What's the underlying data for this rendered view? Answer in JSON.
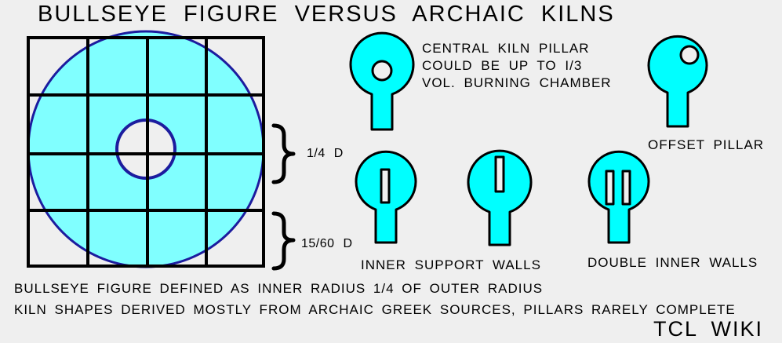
{
  "title": "BULLSEYE  FIGURE  VERSUS  ARCHAIC  KILNS",
  "central_note": {
    "line1": "CENTRAL KILN  PILLAR",
    "line2": "COULD BE UP TO I/3",
    "line3": "VOL. BURNING CHAMBER"
  },
  "offset_label": "OFFSET  PILLAR",
  "dim_quarter": "1/4  D",
  "dim_fifteen": "15/60  D",
  "inner_walls_label": "INNER  SUPPORT  WALLS",
  "double_walls_label": "DOUBLE INNER  WALLS",
  "footer_line1": "BULLSEYE FIGURE DEFINED AS INNER RADIUS 1/4  OF OUTER RADIUS",
  "footer_line2": "KILN SHAPES DERIVED MOSTLY FROM ARCHAIC GREEK SOURCES, PILLARS RARELY COMPLETE",
  "watermark": "TCL  WIKI",
  "colors": {
    "background": "#efefef",
    "fill": "#00ffff",
    "bullseye_fill": "#80ffff",
    "ring": "#1c1c9e",
    "line": "#000000"
  }
}
